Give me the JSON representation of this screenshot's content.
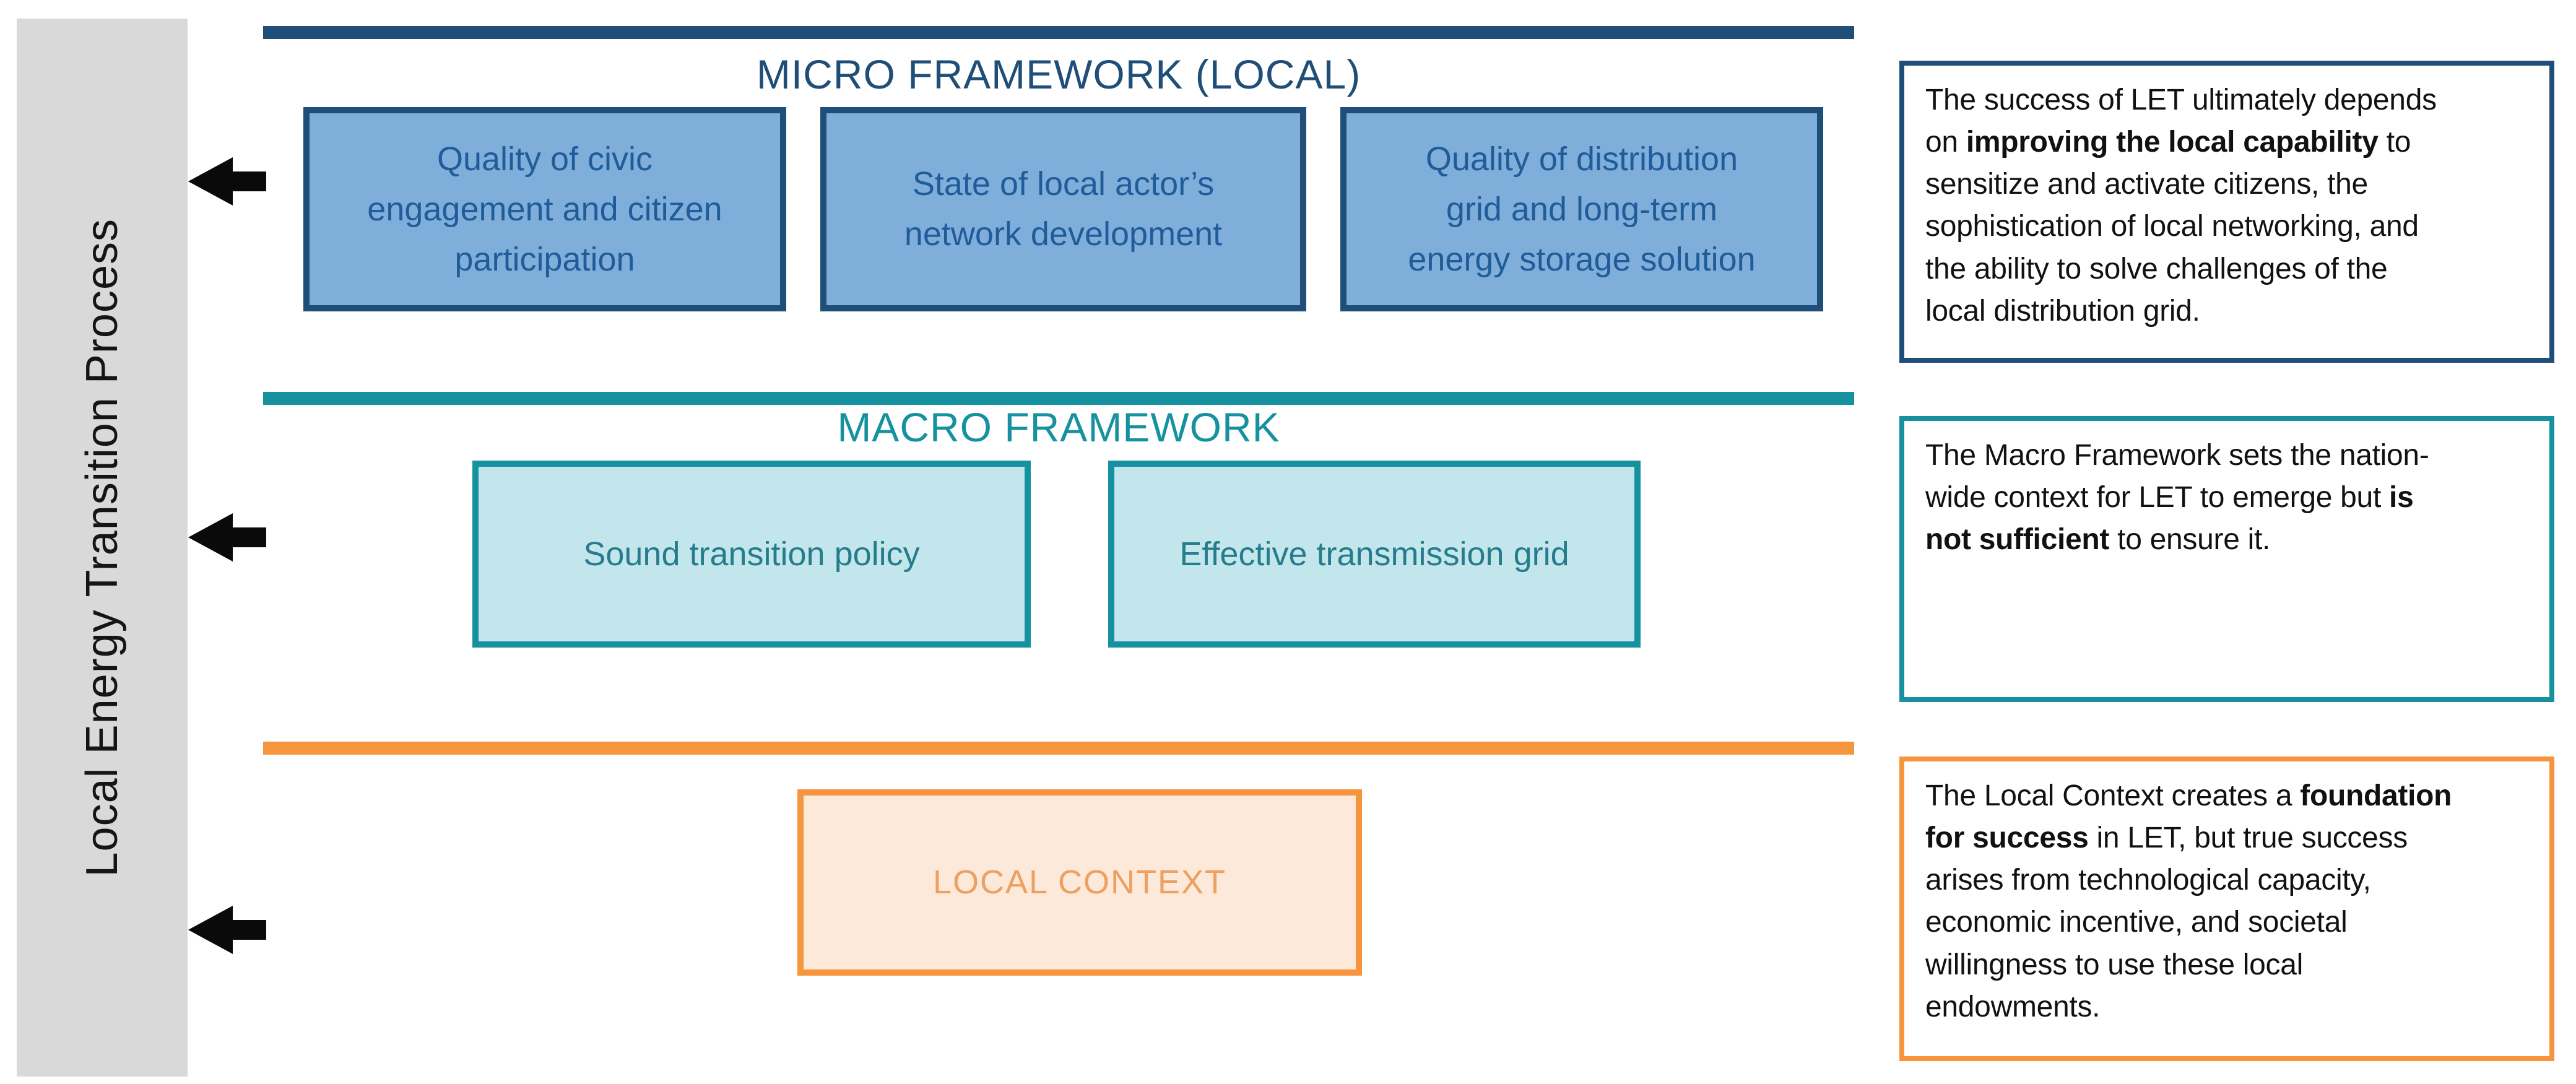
{
  "sidebar": {
    "label": "Local Energy Transition Process"
  },
  "micro": {
    "title": "MICRO FRAMEWORK (LOCAL)",
    "boxes": [
      "Quality of civic\nengagement and citizen\nparticipation",
      "State of local actor’s\nnetwork development",
      "Quality of distribution\ngrid and long-term\nenergy  storage solution"
    ]
  },
  "macro": {
    "title": "MACRO FRAMEWORK",
    "boxes": [
      "Sound transition  policy",
      "Effective  transmission grid"
    ]
  },
  "local": {
    "box_label": "LOCAL CONTEXT"
  },
  "notes": {
    "micro": {
      "segments": [
        {
          "t": "The success of LET ultimately depends\non ",
          "b": false
        },
        {
          "t": "improving the local capability",
          "b": true
        },
        {
          "t": " to\nsensitize and activate citizens, the\nsophistication of local networking, and\nthe ability to solve challenges of the\nlocal distribution grid.",
          "b": false
        }
      ]
    },
    "macro": {
      "segments": [
        {
          "t": "The Macro Framework sets the nation-\nwide context for LET to emerge but ",
          "b": false
        },
        {
          "t": "is\nnot sufficient",
          "b": true
        },
        {
          "t": " to ensure it.",
          "b": false
        }
      ]
    },
    "local": {
      "segments": [
        {
          "t": "The Local Context creates a ",
          "b": false
        },
        {
          "t": "foundation\nfor success",
          "b": true
        },
        {
          "t": " in LET, but true success\narises from technological capacity,\neconomic incentive, and societal\nwillingness to use these local\nendowments.",
          "b": false
        }
      ]
    }
  },
  "colors": {
    "navy": "#1F4E79",
    "teal": "#16919F",
    "orange": "#F7953F",
    "blue_fill": "#7FAEDB",
    "blue_text": "#1F5C99",
    "teal_fill": "#C3E6EC",
    "teal_text": "#257C8C",
    "orange_fill": "#FCE9DA",
    "orange_text": "#EDA05F",
    "sidebar_gray": "#D9D9D9",
    "arrow_black": "#0A0A0A",
    "note_text": "#111111"
  }
}
